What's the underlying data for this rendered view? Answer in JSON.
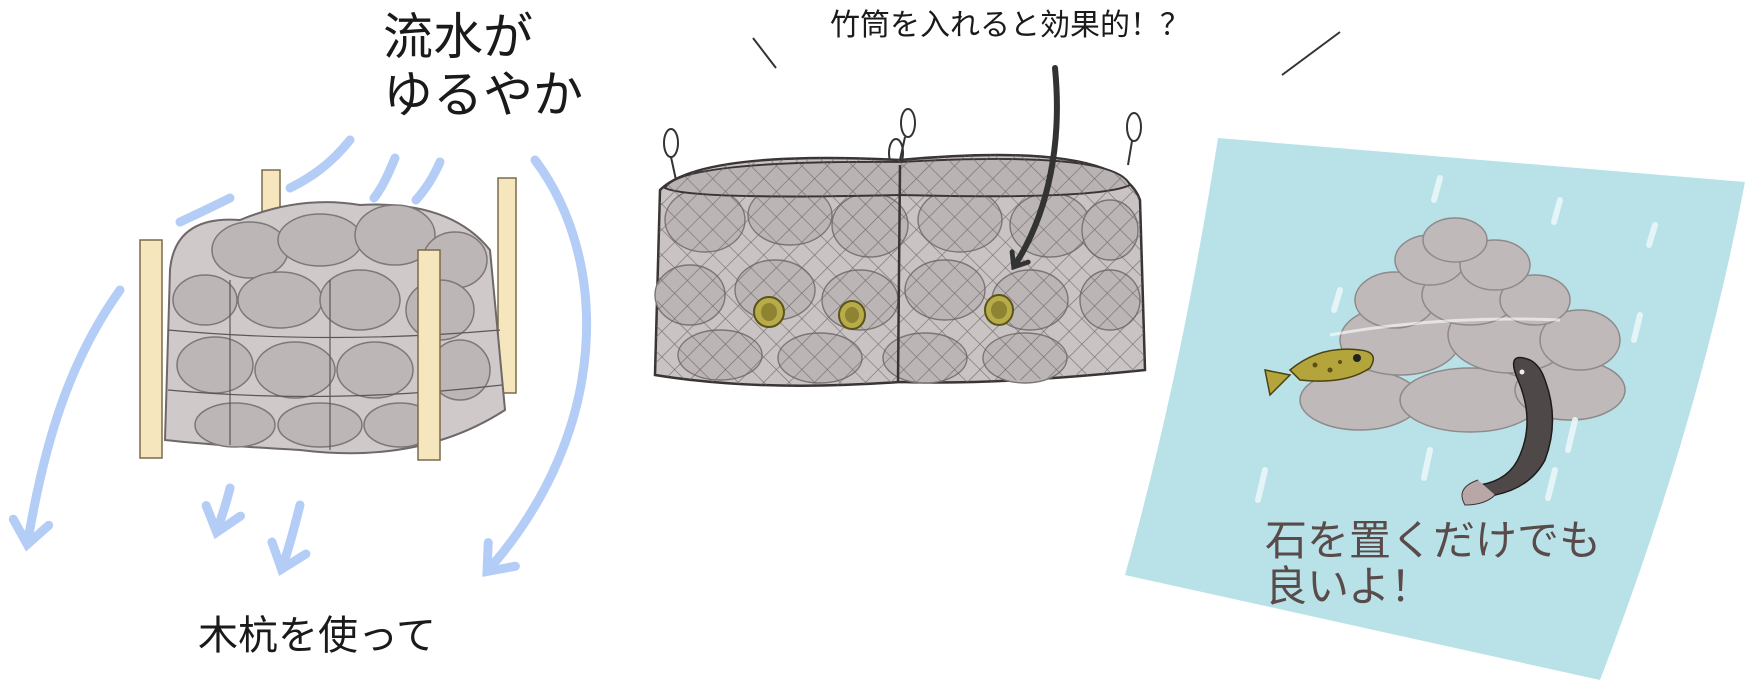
{
  "labels": {
    "flow_line1": "流水が",
    "flow_line2": "ゆるやか",
    "wooden_stakes": "木杭を使って",
    "bamboo_tube": "竹筒を入れると効果的！？",
    "stone_line1": "石を置くだけでも",
    "stone_line2": "良いよ！"
  },
  "colors": {
    "stone": "#c8c3c3",
    "stone_shadow": "#9a9494",
    "water": "#b9e2e8",
    "flow_arrow": "#b4cdf6",
    "stake": "#f6e6bd",
    "bamboo": "#b8ac4a",
    "outline": "#3a3434"
  },
  "icons": [
    "gabion-with-wooden-stakes",
    "wire-mesh-gabion-with-bamboo-tubes",
    "stone-pile-in-stream",
    "goby-fish",
    "eel",
    "flow-arrows",
    "pointer-arrow"
  ]
}
